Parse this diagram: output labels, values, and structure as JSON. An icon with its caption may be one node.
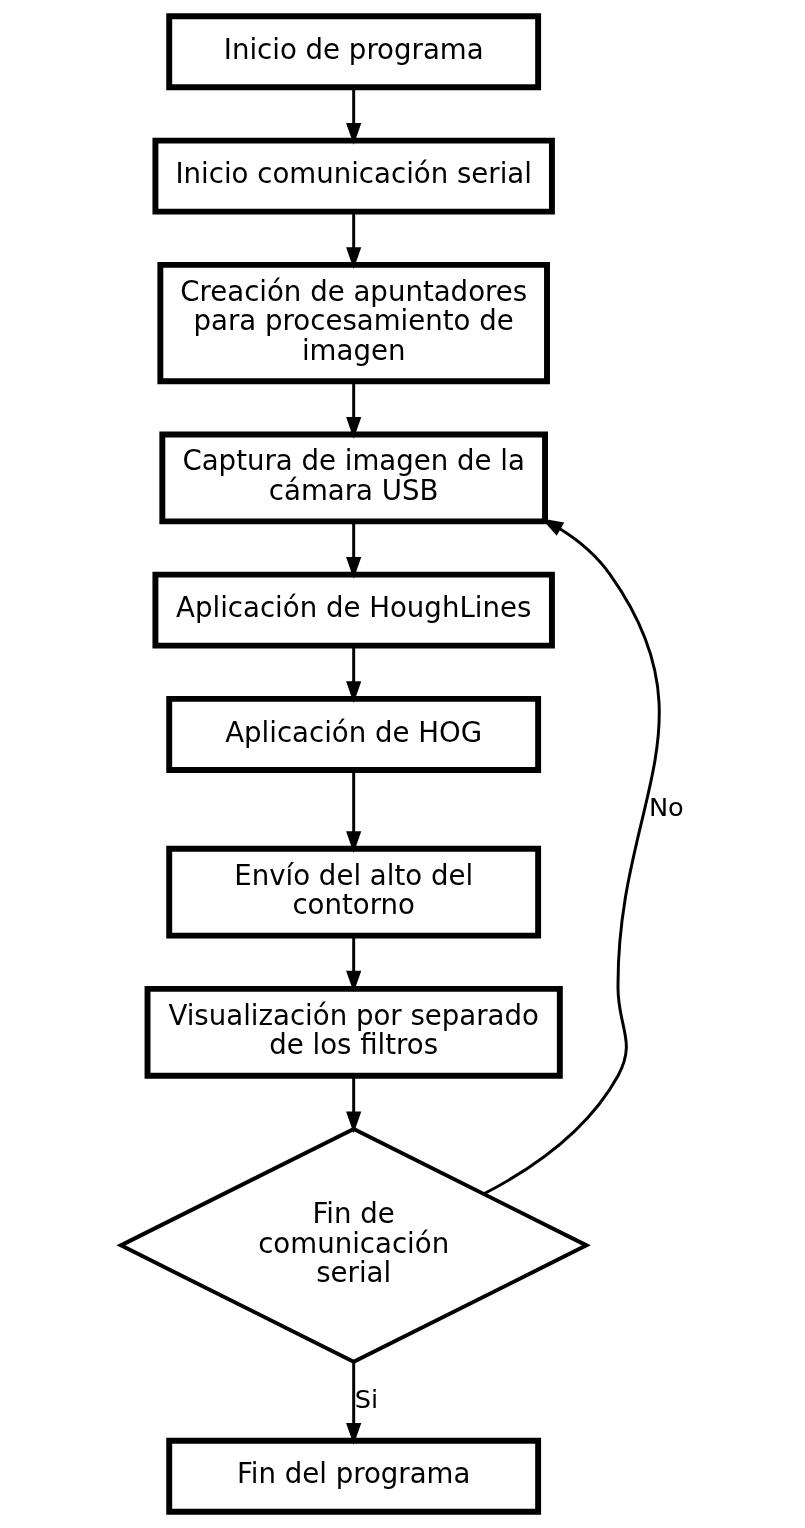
{
  "diagram": {
    "nodes": [
      {
        "text": [
          "Inicio de programa"
        ]
      },
      {
        "text": [
          "Inicio comunicación serial"
        ]
      },
      {
        "text": [
          "Creación de apuntadores para procesamiento de imagen"
        ]
      },
      {
        "text": [
          "Captura de imagen de la cámara USB"
        ]
      },
      {
        "text": [
          "Aplicación de HoughLines"
        ]
      },
      {
        "text": [
          "Aplicación de HOG"
        ]
      },
      {
        "text": [
          "Envío del alto del contorno"
        ]
      },
      {
        "text": [
          "Visualización por separado de los filtros"
        ]
      },
      {
        "text": [
          "Fin de comunicación serial"
        ]
      },
      {
        "text": [
          "Fin del programa"
        ]
      }
    ],
    "edges": [
      {
        "from": 0,
        "to": 1,
        "arrow": "to"
      },
      {
        "from": 1,
        "to": 2,
        "arrow": "to"
      },
      {
        "from": 2,
        "to": 3,
        "arrow": "to"
      },
      {
        "from": 3,
        "to": 4,
        "arrow": "to"
      },
      {
        "from": 4,
        "to": 5,
        "arrow": "to"
      },
      {
        "from": 5,
        "to": 6,
        "arrow": "to"
      },
      {
        "from": 6,
        "to": 7,
        "arrow": "to"
      },
      {
        "from": 7,
        "to": 8,
        "arrow": "to"
      },
      {
        "from": 8,
        "to": 9,
        "arrow": "to",
        "label": "Si"
      },
      {
        "from": 8,
        "to": 3,
        "arrow": "to",
        "label": "No"
      }
    ]
  }
}
